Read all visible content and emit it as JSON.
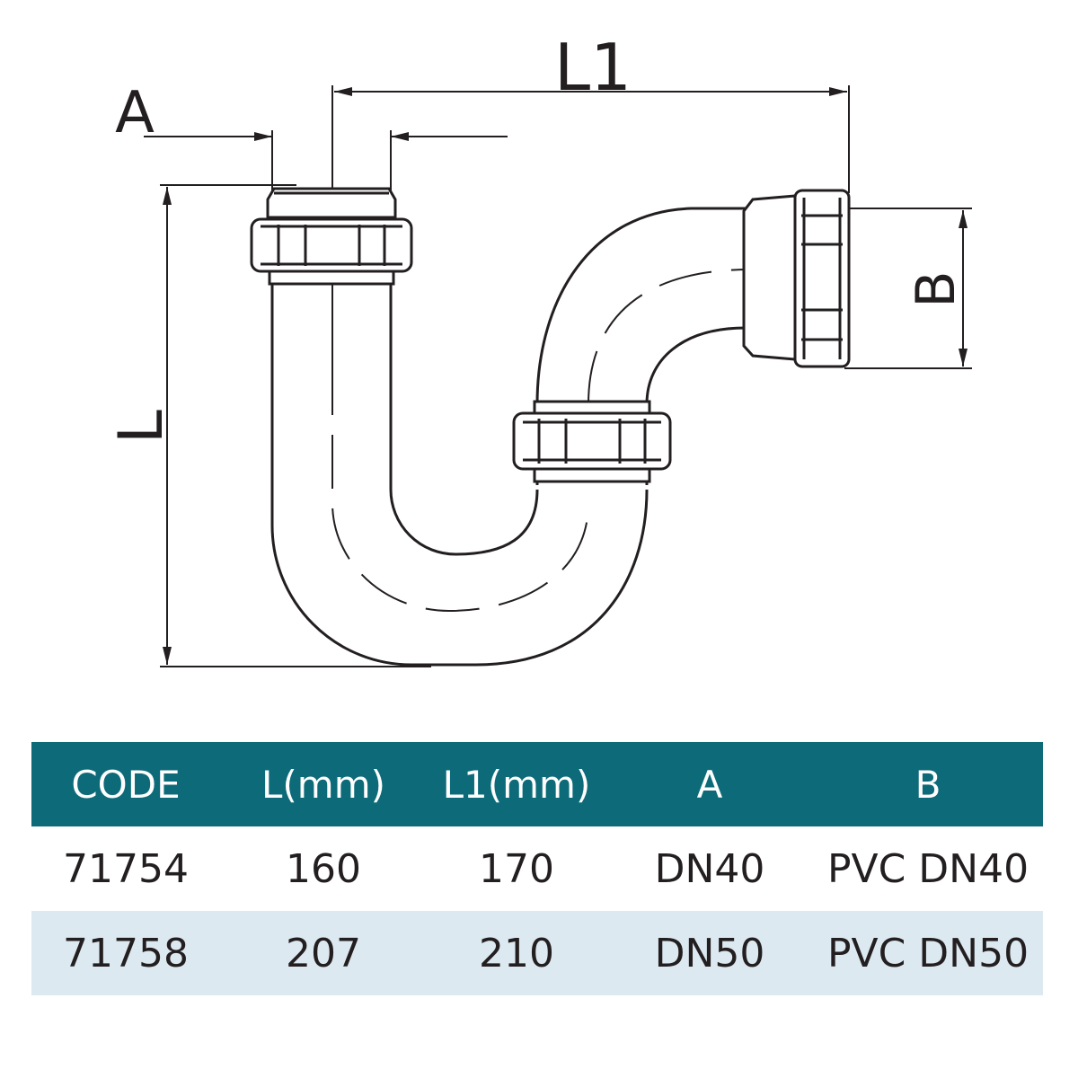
{
  "diagram": {
    "labels": {
      "a": "A",
      "l1": "L1",
      "l": "L",
      "b": "B"
    }
  },
  "table": {
    "headers": [
      "CODE",
      "L(mm)",
      "L1(mm)",
      "A",
      "B"
    ],
    "rows": [
      [
        "71754",
        "160",
        "170",
        "DN40",
        "PVC DN40"
      ],
      [
        "71758",
        "207",
        "210",
        "DN50",
        "PVC DN50"
      ]
    ]
  },
  "colors": {
    "header_bg": "#0d6b79",
    "stripe_bg": "#dde9f1",
    "line": "#231f20"
  }
}
